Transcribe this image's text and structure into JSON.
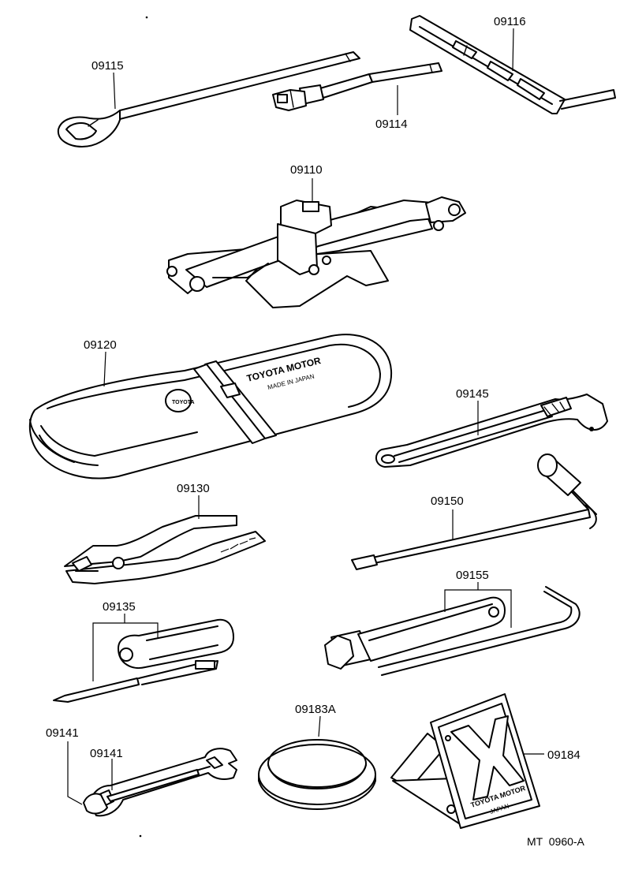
{
  "labels": {
    "p09115": "09115",
    "p09114": "09114",
    "p09116": "09116",
    "p09110": "09110",
    "p09120": "09120",
    "p09145": "09145",
    "p09130": "09130",
    "p09150": "09150",
    "p09135": "09135",
    "p09155": "09155",
    "p09141a": "09141",
    "p09141b": "09141",
    "p09183A": "09183A",
    "p09184": "09184"
  },
  "printed_text": {
    "bag_brand": "TOYOTA MOTOR",
    "bag_origin": "MADE IN JAPAN",
    "bag_logo": "TOYOTA",
    "sign_brand": "TOYOTA MOTOR",
    "sign_origin": "JAPAN"
  },
  "figure_code": "MT  0960-A"
}
